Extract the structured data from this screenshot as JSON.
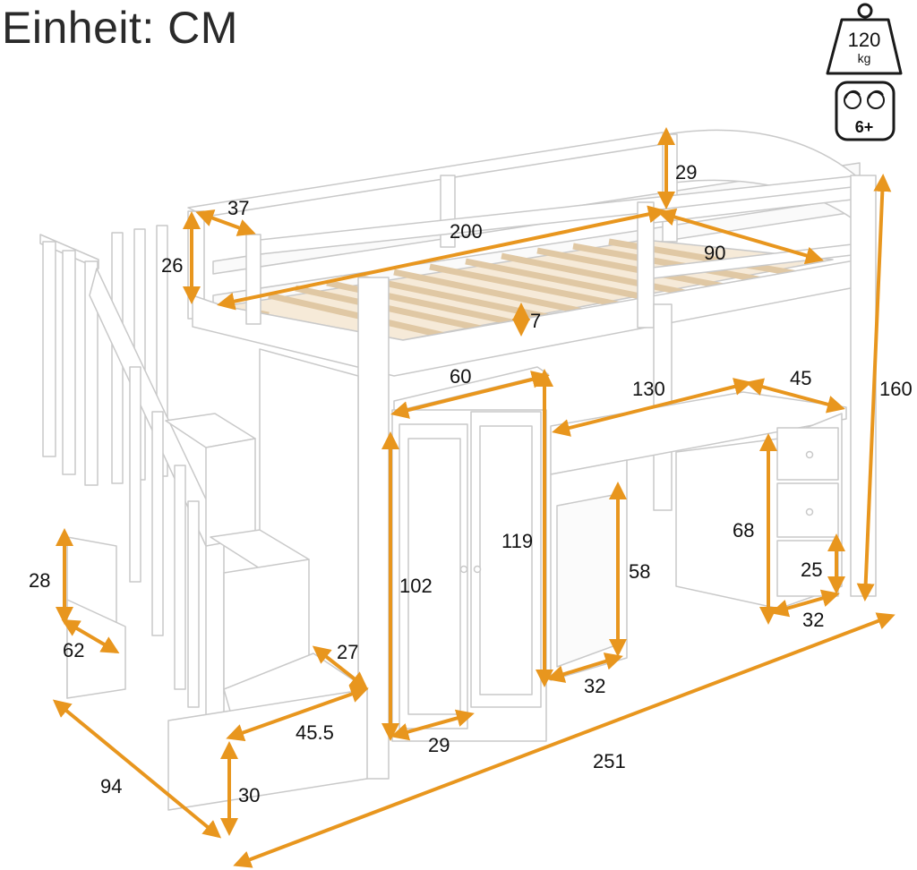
{
  "title": "Einheit: CM",
  "badges": {
    "weight_value": "120",
    "weight_unit": "kg",
    "weight_icon": "weight-icon",
    "age_label": "6+",
    "age_icon": "children-icon"
  },
  "colors": {
    "arrow": "#e8961e",
    "furniture_stroke": "#c9c9c9",
    "slat": "#f0dcc0"
  },
  "dimensions": {
    "rail_height": "29",
    "stair_depth_top": "37",
    "bed_length": "200",
    "bed_width": "90",
    "guard_height": "26",
    "slat_gap": "7",
    "total_height": "160",
    "wardrobe_width": "60",
    "desk_length": "130",
    "desk_depth": "45",
    "wardrobe_height": "119",
    "wardrobe_door_height": "102",
    "desk_height": "68",
    "shelf_height": "58",
    "drawer_height": "25",
    "drawer_width": "32",
    "shelf_depth": "32",
    "wardrobe_depth": "29",
    "step_height_left": "28",
    "step_depth_left": "62",
    "step_depth": "27",
    "step_width": "45.5",
    "bottom_step_height": "30",
    "total_depth": "94",
    "total_length": "251"
  }
}
